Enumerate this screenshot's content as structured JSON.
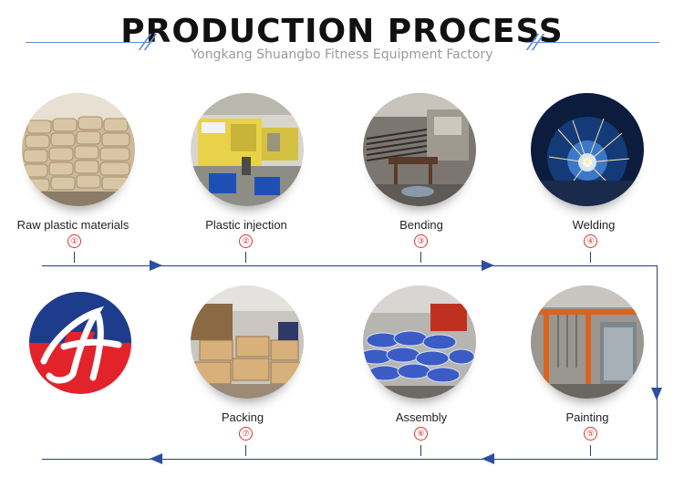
{
  "header": {
    "title": "PRODUCTION PROCESS",
    "subtitle": "Yongkang Shuangbo Fitness Equipment Factory"
  },
  "colors": {
    "accent_line": "#5b8fd6",
    "flow_line": "#2b3d7a",
    "number_red": "#d33333",
    "logo_red": "#e2232b",
    "logo_blue": "#1e3c8c"
  },
  "logo": {
    "icon": "shuangbo-logo-icon"
  },
  "steps": [
    {
      "label": "Raw plastic materials",
      "number": "①"
    },
    {
      "label": "Plastic injection",
      "number": "②"
    },
    {
      "label": "Bending",
      "number": "③"
    },
    {
      "label": "Welding",
      "number": "④"
    },
    {
      "label": "Painting",
      "number": "⑤"
    },
    {
      "label": "Assembly",
      "number": "⑥"
    },
    {
      "label": "Packing",
      "number": "⑦"
    }
  ]
}
